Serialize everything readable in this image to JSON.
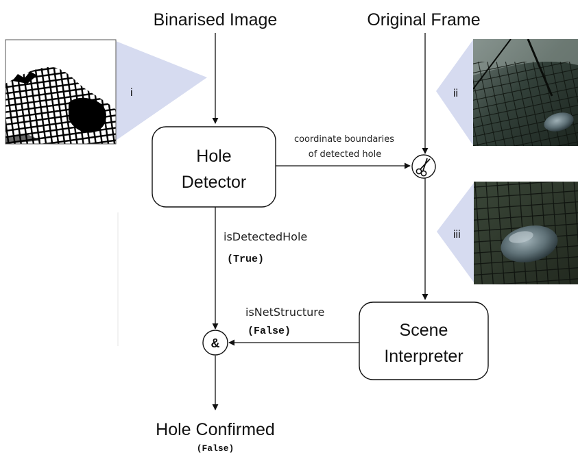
{
  "inputs": {
    "binarised_image": "Binarised Image",
    "original_frame": "Original Frame"
  },
  "blocks": {
    "hole_detector": [
      "Hole",
      "Detector"
    ],
    "scene_interpreter": [
      "Scene",
      "Interpreter"
    ]
  },
  "operators": {
    "crop": "scissors-icon",
    "and": "&"
  },
  "edges": {
    "coordinates": [
      "coordinate boundaries",
      "of detected hole"
    ],
    "is_detected_hole": {
      "label": "isDetectedHole",
      "value": "(True)"
    },
    "is_net_structure": {
      "label": "isNetStructure",
      "value": "(False)"
    }
  },
  "panels": {
    "i": "i",
    "ii": "ii",
    "iii": "iii"
  },
  "output": {
    "label": "Hole Confirmed",
    "value": "(False)"
  },
  "colors": {
    "callout": "#d6dbf0",
    "line": "#111111",
    "net_dark": "#1b241c",
    "binary_white": "#ffffff"
  }
}
